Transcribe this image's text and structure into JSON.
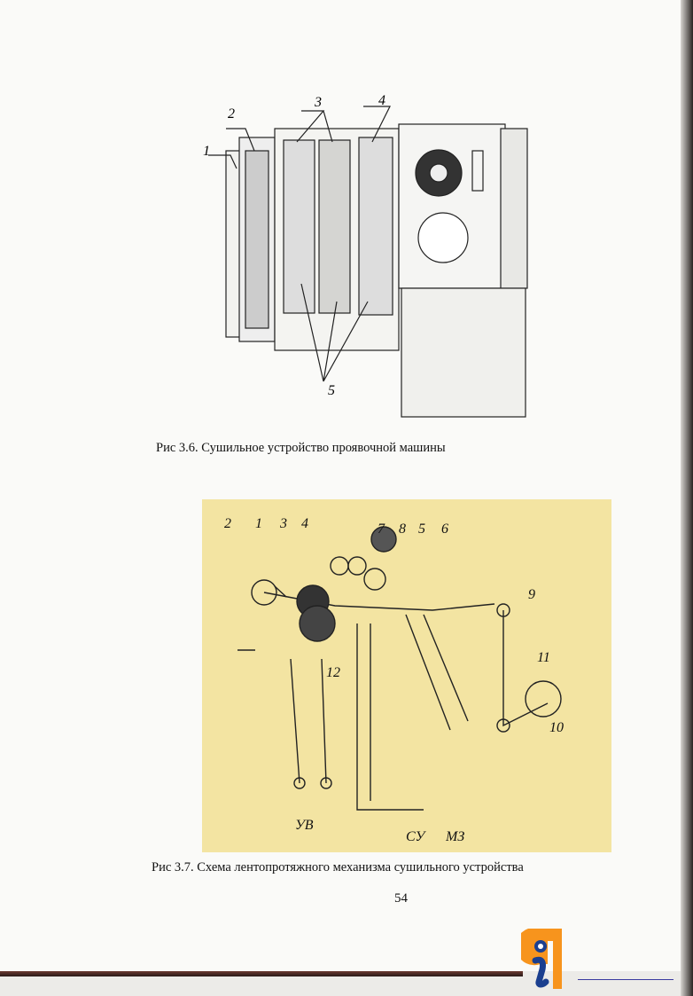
{
  "figure_1": {
    "caption": "Рис 3.6. Сушильное устройство проявочной машины",
    "labels": [
      "1",
      "2",
      "3",
      "4",
      "5"
    ]
  },
  "figure_2": {
    "caption": "Рис 3.7. Схема лентопротяжного механизма сушильного устройства",
    "labels": [
      "2",
      "1",
      "3",
      "4",
      "7",
      "8",
      "5",
      "6",
      "9",
      "11",
      "10",
      "12",
      "УВ",
      "СУ",
      "МЗ"
    ]
  },
  "page_number": "54",
  "colors": {
    "logo_orange": "#f7941d",
    "logo_blue": "#1b3f8f",
    "diagram_bg": "#f3e4a2"
  }
}
